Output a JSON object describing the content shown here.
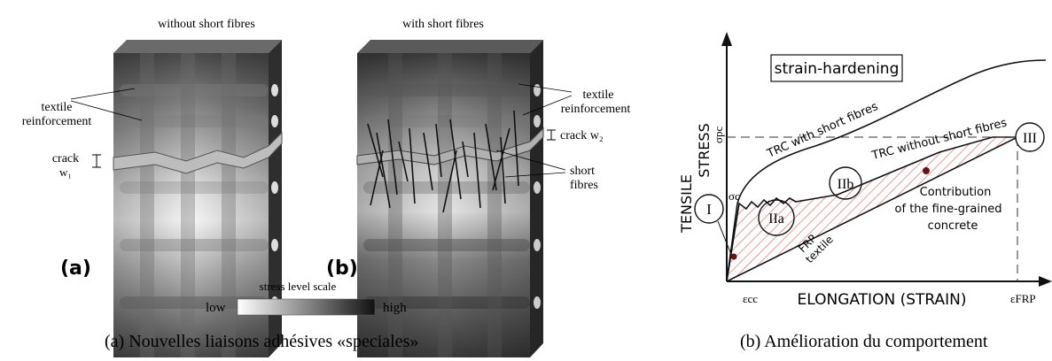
{
  "left_figure": {
    "title_a": "without short fibres",
    "title_b": "with short fibres",
    "label_a": "(a)",
    "label_b": "(b)",
    "textile_reinforcement_a": [
      "textile",
      "reinforcement"
    ],
    "textile_reinforcement_b": [
      "textile",
      "reinforcement"
    ],
    "crack_a": [
      "crack",
      "w₁"
    ],
    "crack_b": "crack w₂",
    "short_fibres": [
      "short",
      "fibres"
    ],
    "scale_title": "stress level scale",
    "scale_low": "low",
    "scale_high": "high",
    "colors": {
      "block_dark": "#3a3a3a",
      "block_light": "#e8e8e8"
    }
  },
  "right_figure": {
    "strain_hardening": "strain-hardening",
    "y_axis_lines": [
      "TENSILE",
      "STRESS"
    ],
    "x_axis_label": "ELONGATION (STRAIN)",
    "sigma_pc": "σpc",
    "sigma_c": "σc",
    "eps_cc": "εcc",
    "eps_frp": "εFRP",
    "curve_with": "TRC with short fibres",
    "curve_without": "TRC without short fibres",
    "frp_textile": [
      "FRP",
      "textile"
    ],
    "contribution": [
      "Contribution",
      "of the fine-grained",
      "concrete"
    ],
    "regions": [
      "I",
      "IIa",
      "IIb",
      "III"
    ],
    "colors": {
      "hatch": "#e07070",
      "line": "#222222"
    }
  },
  "captions": {
    "left": "(a) Nouvelles liaisons adhésives «speciales»",
    "right": "(b) Amélioration du comportement"
  }
}
